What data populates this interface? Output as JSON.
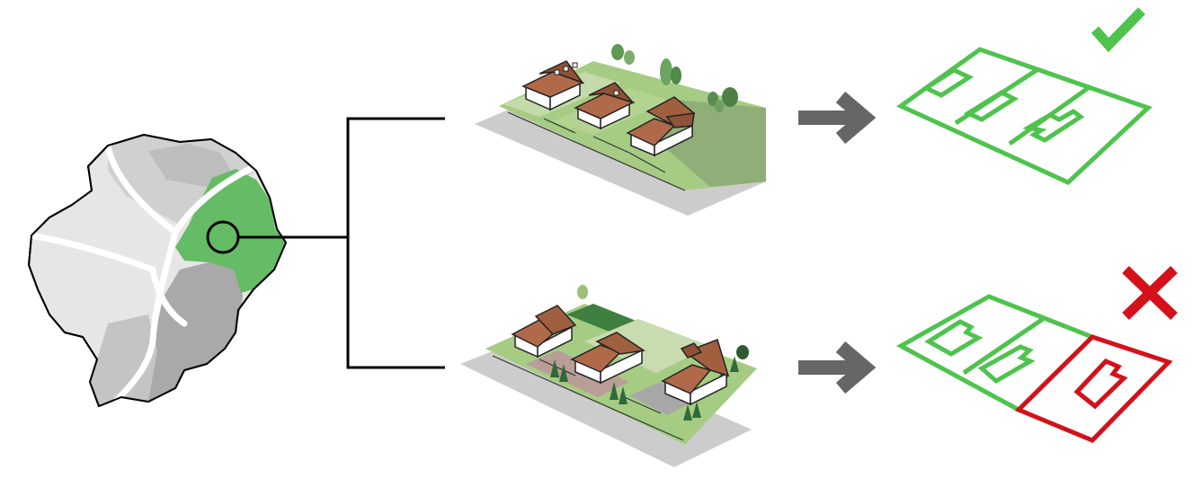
{
  "colors": {
    "background": "#ffffff",
    "outline": "#000000",
    "district_light": "#e6e6e6",
    "district_mid": "#d0d0d0",
    "district_dark": "#bdbdbd",
    "district_darker": "#a9a9a9",
    "highlight_green": "#66bb66",
    "light_green": "#9ccc7a",
    "dark_green": "#3f7f3f",
    "roof": "#b06a4a",
    "road": "#cccccc",
    "arrow": "#666666",
    "valid": "#4ec34e",
    "invalid": "#d4111a"
  },
  "icons": {
    "valid": "checkmark-icon",
    "invalid": "cross-icon",
    "flow": "right-arrow-icon"
  },
  "outcomes": [
    {
      "result": "valid",
      "plots": 3,
      "highlighted_plots": 0
    },
    {
      "result": "invalid",
      "plots": 3,
      "highlighted_plots": 1
    }
  ]
}
